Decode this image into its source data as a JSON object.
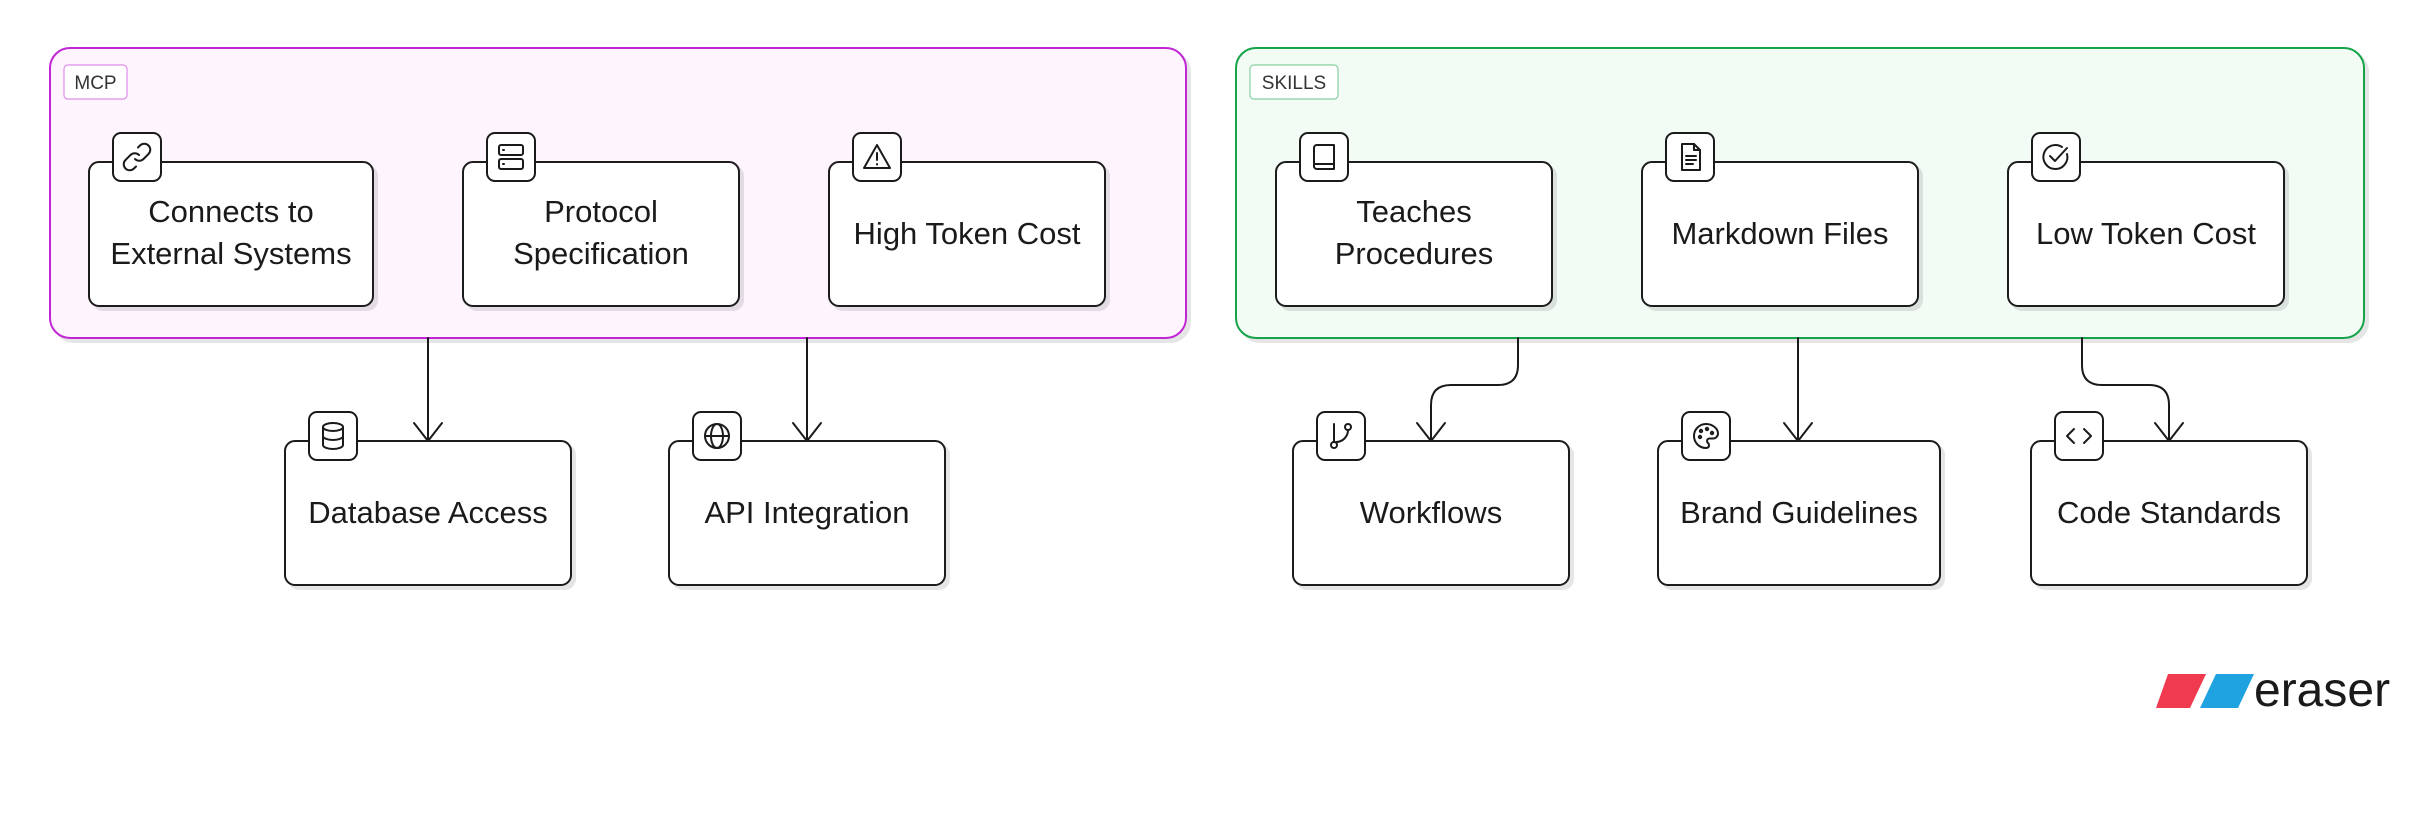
{
  "colors": {
    "mcp_border": "#c026d3",
    "mcp_fill": "#fdf4fe",
    "skills_border": "#16a34a",
    "skills_fill": "#f3fbf5",
    "node_border": "#1a1a1a",
    "brand_red": "#ef3a4f",
    "brand_blue": "#1ea2e0"
  },
  "groups": {
    "mcp": {
      "label": "MCP",
      "nodes": {
        "external": {
          "lines": [
            "Connects to",
            "External Systems"
          ],
          "icon": "link-icon"
        },
        "protocol": {
          "lines": [
            "Protocol",
            "Specification"
          ],
          "icon": "server-icon"
        },
        "cost": {
          "lines": [
            "High Token Cost"
          ],
          "icon": "warning-icon"
        }
      }
    },
    "skills": {
      "label": "SKILLS",
      "nodes": {
        "procedures": {
          "lines": [
            "Teaches",
            "Procedures"
          ],
          "icon": "book-icon"
        },
        "markdown": {
          "lines": [
            "Markdown Files"
          ],
          "icon": "file-text-icon"
        },
        "cost": {
          "lines": [
            "Low Token Cost"
          ],
          "icon": "check-circle-icon"
        }
      }
    }
  },
  "outputs": {
    "database": {
      "label": "Database Access",
      "icon": "database-icon"
    },
    "api": {
      "label": "API Integration",
      "icon": "globe-icon"
    },
    "workflows": {
      "label": "Workflows",
      "icon": "git-branch-icon"
    },
    "brand": {
      "label": "Brand Guidelines",
      "icon": "palette-icon"
    },
    "code": {
      "label": "Code Standards",
      "icon": "code-icon"
    }
  },
  "branding": {
    "name": "eraser"
  }
}
